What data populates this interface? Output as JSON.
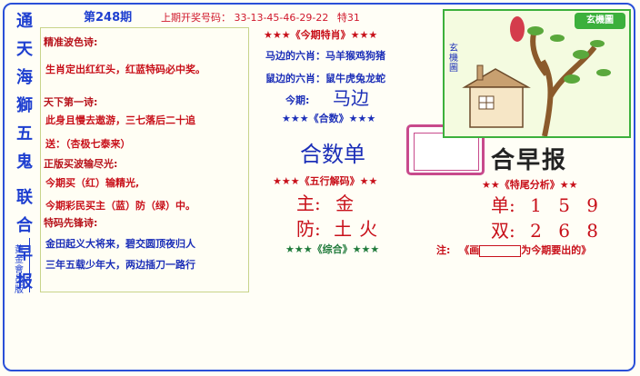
{
  "vertical_title": [
    "通",
    "天",
    "海",
    "獅",
    "五",
    "鬼",
    "联",
    "合",
    "早",
    "报"
  ],
  "vertical_sub": "黄金會员版",
  "issue": "第248期",
  "prev_result_label": "上期开奖号码：",
  "prev_result_numbers": "33-13-45-46-29-22",
  "prev_special": "特31",
  "left": {
    "sec1_title": "精准波色诗:",
    "sec1_lines": [
      "生肖定出红红头，红蓝特码必中奖。"
    ],
    "sec2_title": "天下第一诗:",
    "sec2_lines": [
      "此身且慢去遨游，三七落后二十追",
      "送：（杏极七泰来）"
    ],
    "sec3_title": "正版买波输尽光:",
    "sec3_lines": [
      "今期买（红）输精光,",
      "今期彩民买主（蓝）防（绿）中。"
    ],
    "sec4_title": "特码先锋诗:",
    "sec4_lines": [
      "金田起义大将来，碧交圆顶夜归人",
      "三年五载少年大，两边插刀一路行"
    ]
  },
  "mid": {
    "special_header": "《今期特肖》",
    "horse_six_label": "马边的六肖：",
    "horse_six_value": "马羊猴鸡狗猪",
    "rat_six_label": "鼠边的六肖：",
    "rat_six_value": "鼠牛虎兔龙蛇",
    "this_issue_label": "今期:",
    "this_issue_value": "马边",
    "heshu_header": "《合数》",
    "heshu_value": "合数单",
    "five_header": "《五行解码》",
    "main_label": "主:",
    "main_value": "金",
    "defend_label": "防:",
    "defend_value": "土火",
    "combined_header": "《综合》"
  },
  "right": {
    "logo": "玄機圖",
    "pic_side_label": "玄機圖",
    "paper_title": "合早报",
    "analysis_header": "《特尾分析》",
    "odd_label": "单:",
    "odd_value": "1 5 9",
    "even_label": "双:",
    "even_value": "2 6 8",
    "note_prefix": "注:",
    "note_open": "《画",
    "note_text": "为今期要出的》"
  },
  "colors": {
    "border": "#2a50d8",
    "red": "#c8101a",
    "blue": "#1c2fb8",
    "green": "#3cb03c"
  }
}
